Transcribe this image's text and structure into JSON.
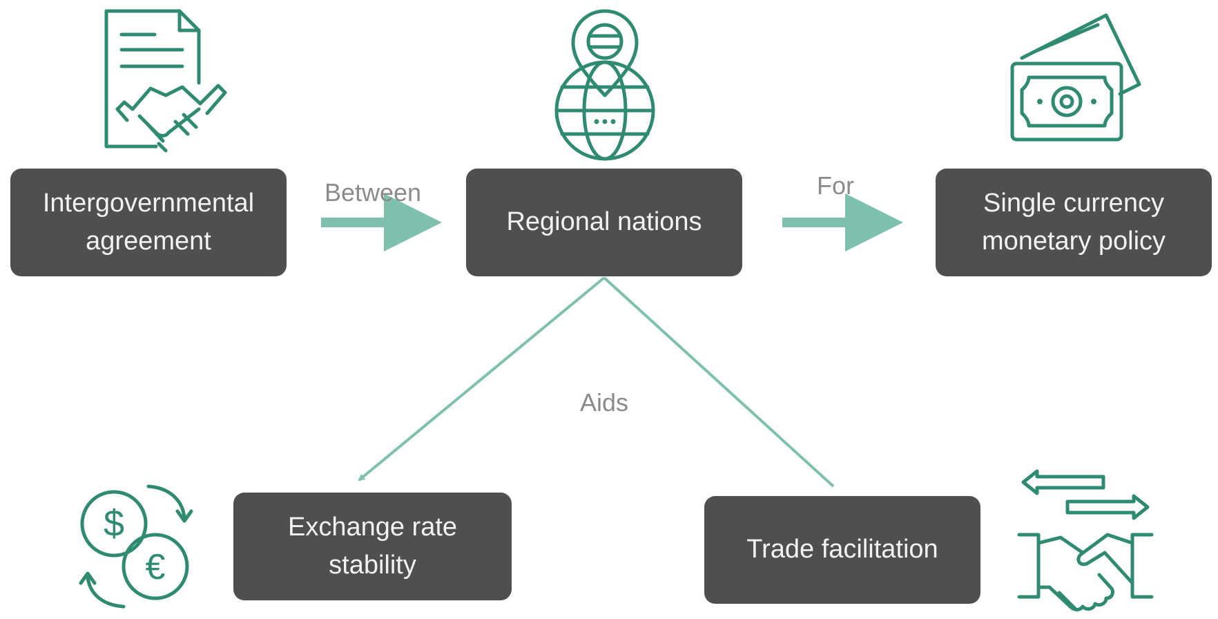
{
  "diagram": {
    "nodes": {
      "agreement": "Intergovernmental agreement",
      "regional": "Regional nations",
      "currency": "Single currency monetary policy",
      "exchange": "Exchange rate stability",
      "trade": "Trade facilitation"
    },
    "edges": {
      "between": "Between",
      "for": "For",
      "aids": "Aids"
    },
    "icons": {
      "agreement": "contract-handshake-icon",
      "regional": "globe-location-icon",
      "currency": "banknotes-icon",
      "exchange": "currency-exchange-icon",
      "trade": "trade-handshake-arrows-icon"
    },
    "colors": {
      "node_fill": "#4f4f4d",
      "node_text": "#f2f2f2",
      "icon_stroke": "#2f8a72",
      "connector": "#7fbfae",
      "label_text": "#8b8b8b"
    }
  }
}
